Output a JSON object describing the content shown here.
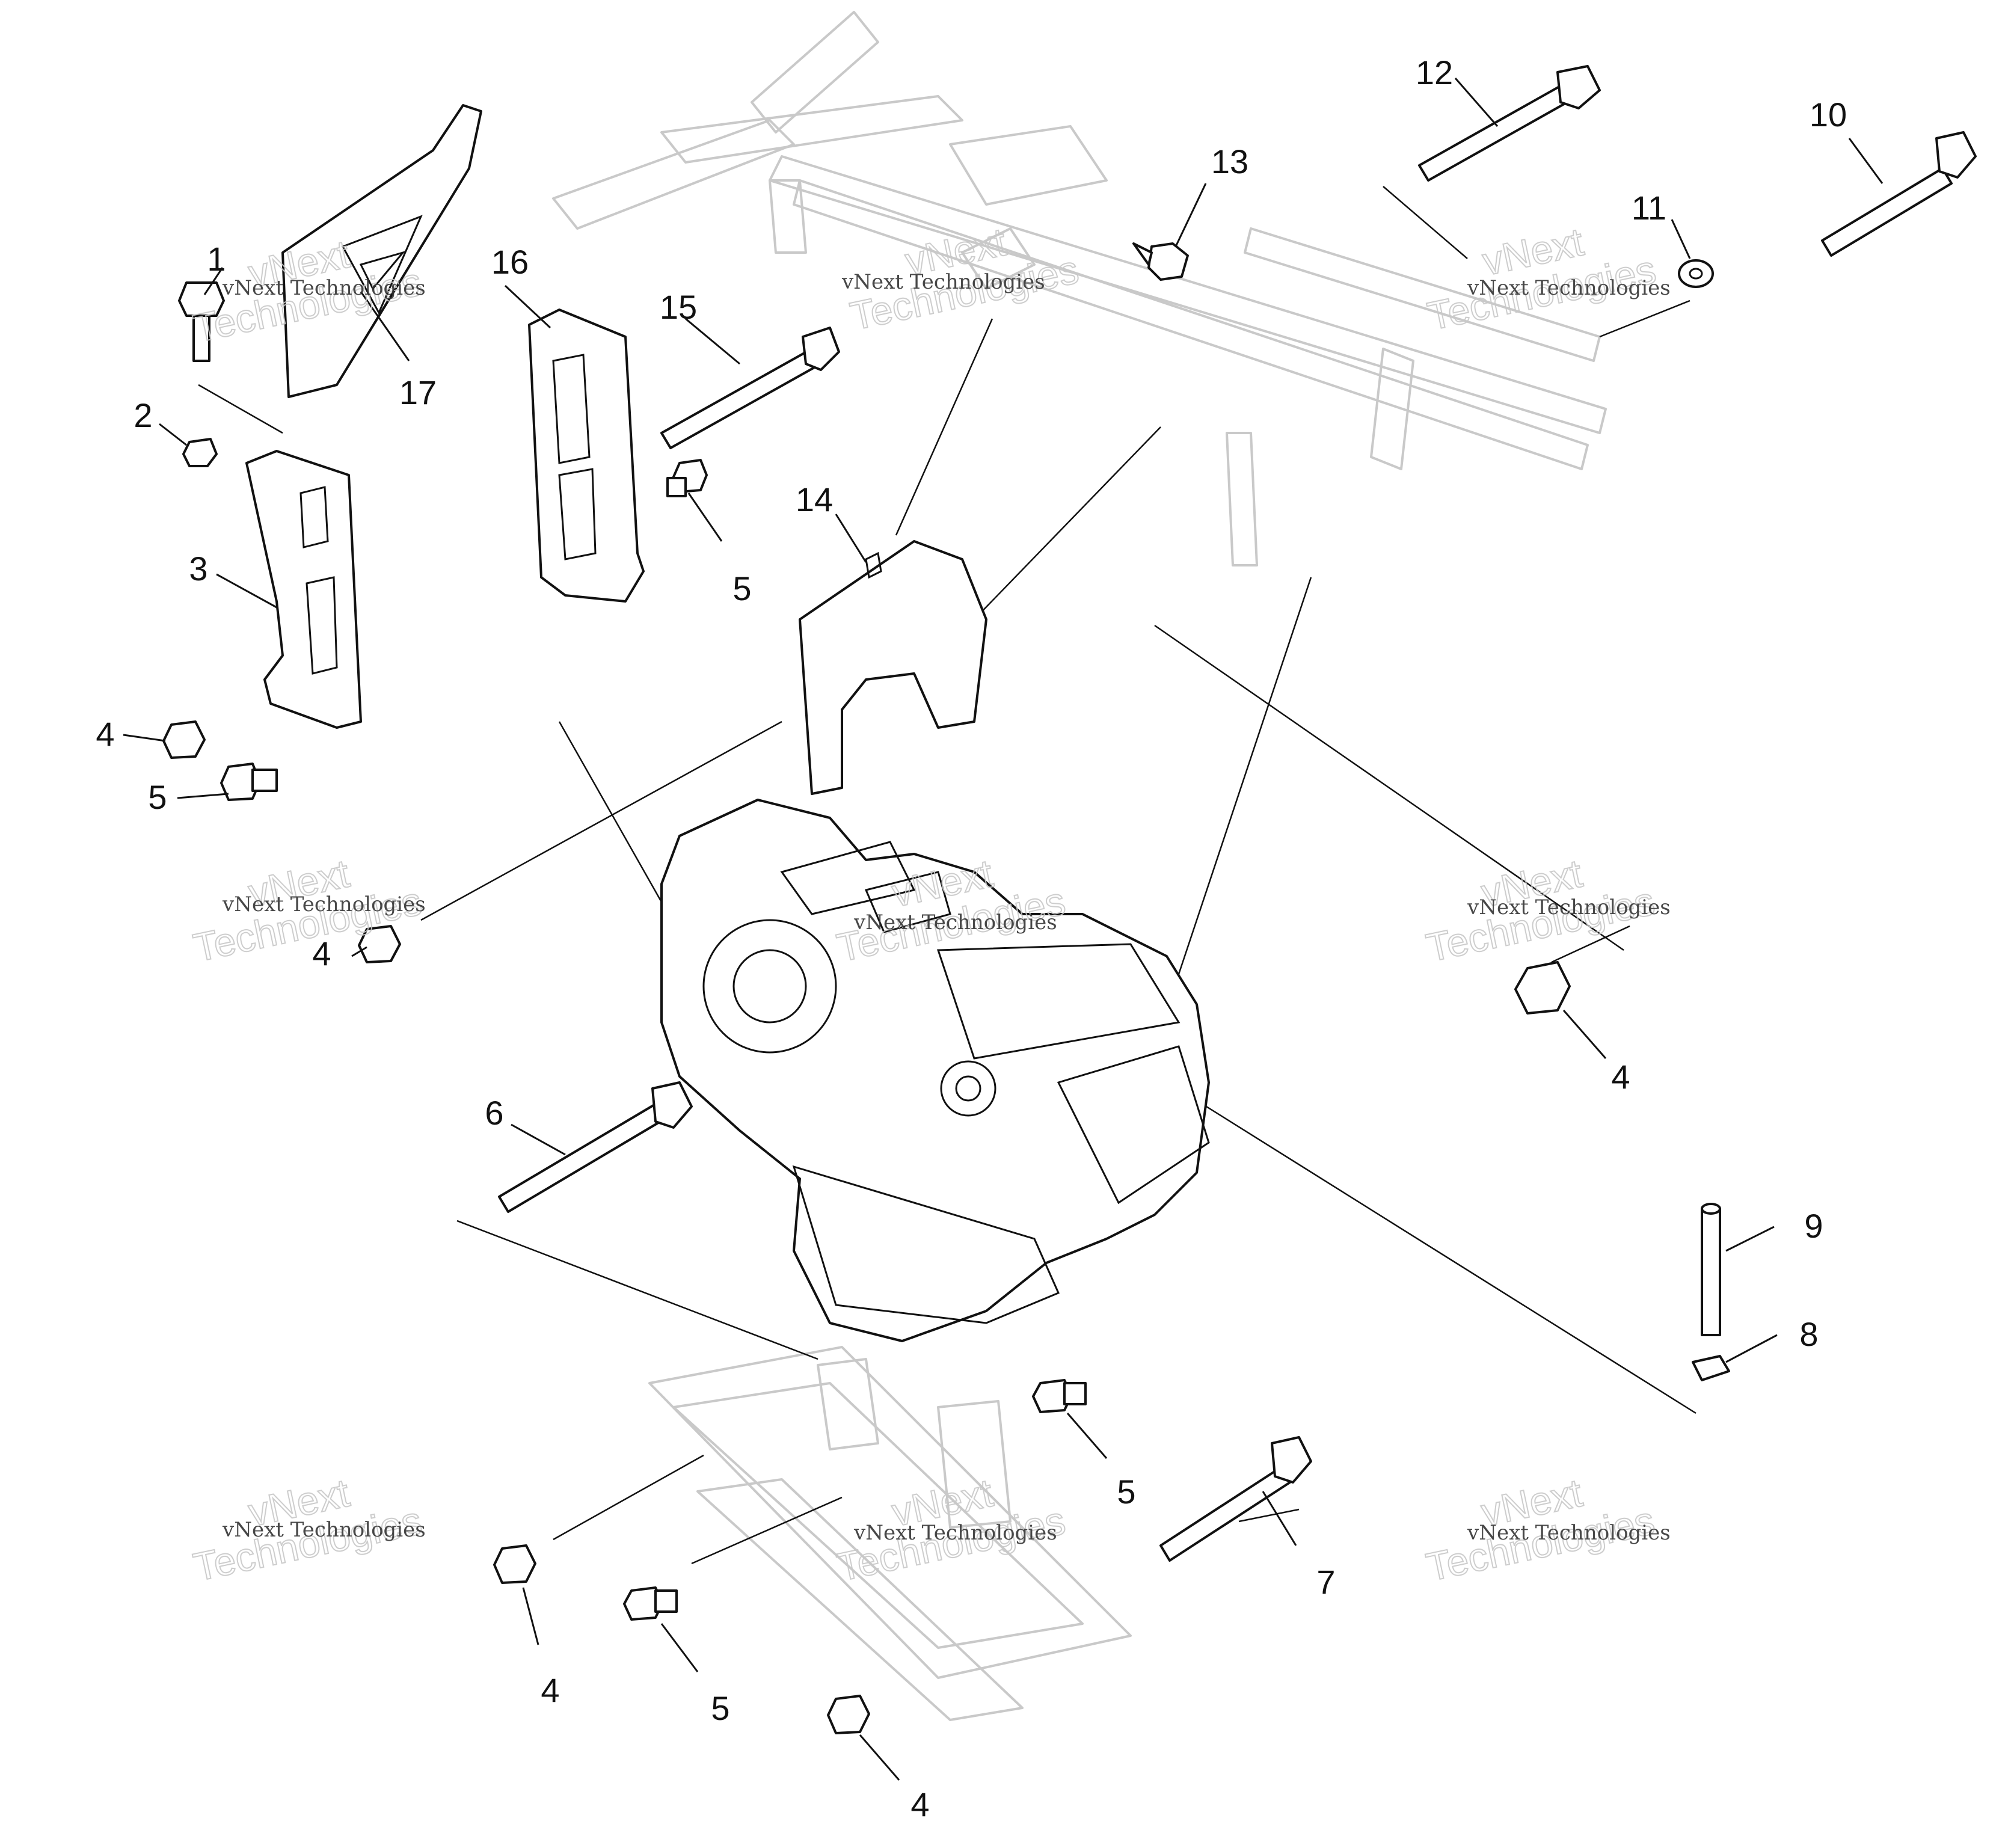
{
  "diagram": {
    "callouts": [
      {
        "id": "c1",
        "label": "1"
      },
      {
        "id": "c2",
        "label": "2"
      },
      {
        "id": "c3",
        "label": "3"
      },
      {
        "id": "c4a",
        "label": "4"
      },
      {
        "id": "c5a",
        "label": "5"
      },
      {
        "id": "c16",
        "label": "16"
      },
      {
        "id": "c17",
        "label": "17"
      },
      {
        "id": "c15",
        "label": "15"
      },
      {
        "id": "c5b",
        "label": "5"
      },
      {
        "id": "c14",
        "label": "14"
      },
      {
        "id": "c13",
        "label": "13"
      },
      {
        "id": "c12",
        "label": "12"
      },
      {
        "id": "c11",
        "label": "11"
      },
      {
        "id": "c10",
        "label": "10"
      },
      {
        "id": "c4b",
        "label": "4"
      },
      {
        "id": "c4c",
        "label": "4"
      },
      {
        "id": "c6",
        "label": "6"
      },
      {
        "id": "c9",
        "label": "9"
      },
      {
        "id": "c8",
        "label": "8"
      },
      {
        "id": "c5c",
        "label": "5"
      },
      {
        "id": "c7",
        "label": "7"
      },
      {
        "id": "c4d",
        "label": "4"
      },
      {
        "id": "c5d",
        "label": "5"
      },
      {
        "id": "c4e",
        "label": "4"
      }
    ],
    "watermark": {
      "line1": "vNext",
      "line2": "Technologies",
      "small": "vNext Technologies"
    }
  }
}
